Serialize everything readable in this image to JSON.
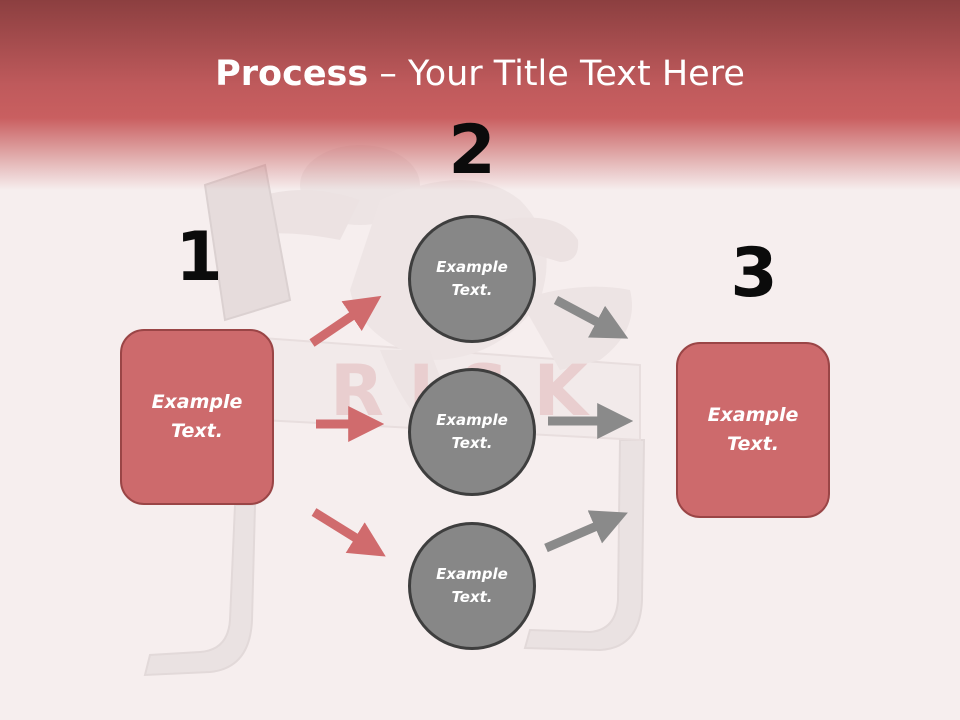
{
  "title": {
    "bold": "Process",
    "rest": " – Your Title Text Here"
  },
  "numbers": {
    "n1": "1",
    "n2": "2",
    "n3": "3"
  },
  "boxes": {
    "left": "Example Text.",
    "right": "Example Text."
  },
  "circles": {
    "top": "Example Text.",
    "middle": "Example Text.",
    "bottom": "Example Text."
  },
  "background_word": "RISK",
  "colors": {
    "header": "#c25b5d",
    "box": "#cd6a6c",
    "circle": "#878787",
    "arrow_red": "#d06b6d",
    "arrow_gray": "#8a8a8a"
  }
}
